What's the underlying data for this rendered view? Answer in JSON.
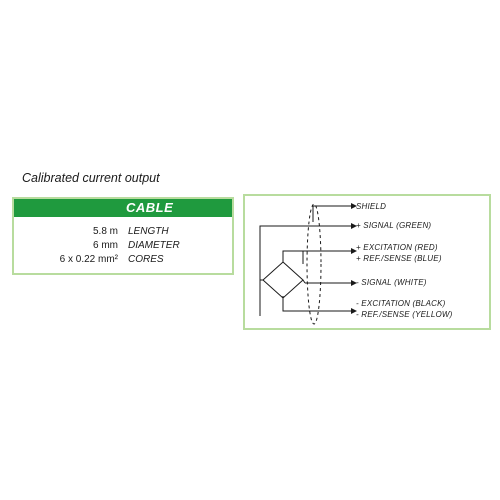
{
  "caption": "Calibrated current output",
  "cable": {
    "header": "CABLE",
    "values": [
      "5.8 m",
      "6 mm",
      "6 x 0.22 mm²"
    ],
    "labels": [
      "LENGTH",
      "DIAMETER",
      "CORES"
    ]
  },
  "wiring": {
    "labels": [
      "SHIELD",
      "+ SIGNAL (GREEN)",
      "+ EXCITATION (RED)",
      "+ REF./SENSE (BLUE)",
      "- SIGNAL (WHITE)",
      "- EXCITATION (BLACK)",
      "- REF./SENSE (YELLOW)"
    ]
  }
}
